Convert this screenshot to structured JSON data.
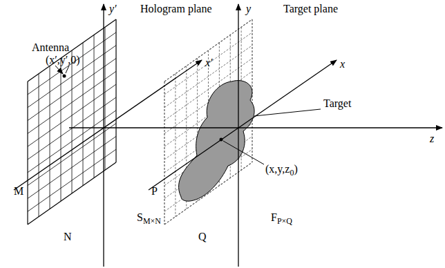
{
  "diagram": {
    "labels": [
      "y′",
      "Hologram plane",
      "y",
      "Target plane",
      "x′",
      "x",
      "z",
      "Antenna",
      "(x′,y′,0)",
      "Target",
      "(x,y,z",
      "0",
      ")",
      "M",
      "P",
      "N",
      "Q",
      "S",
      "M×N",
      "F",
      "P×Q"
    ]
  }
}
